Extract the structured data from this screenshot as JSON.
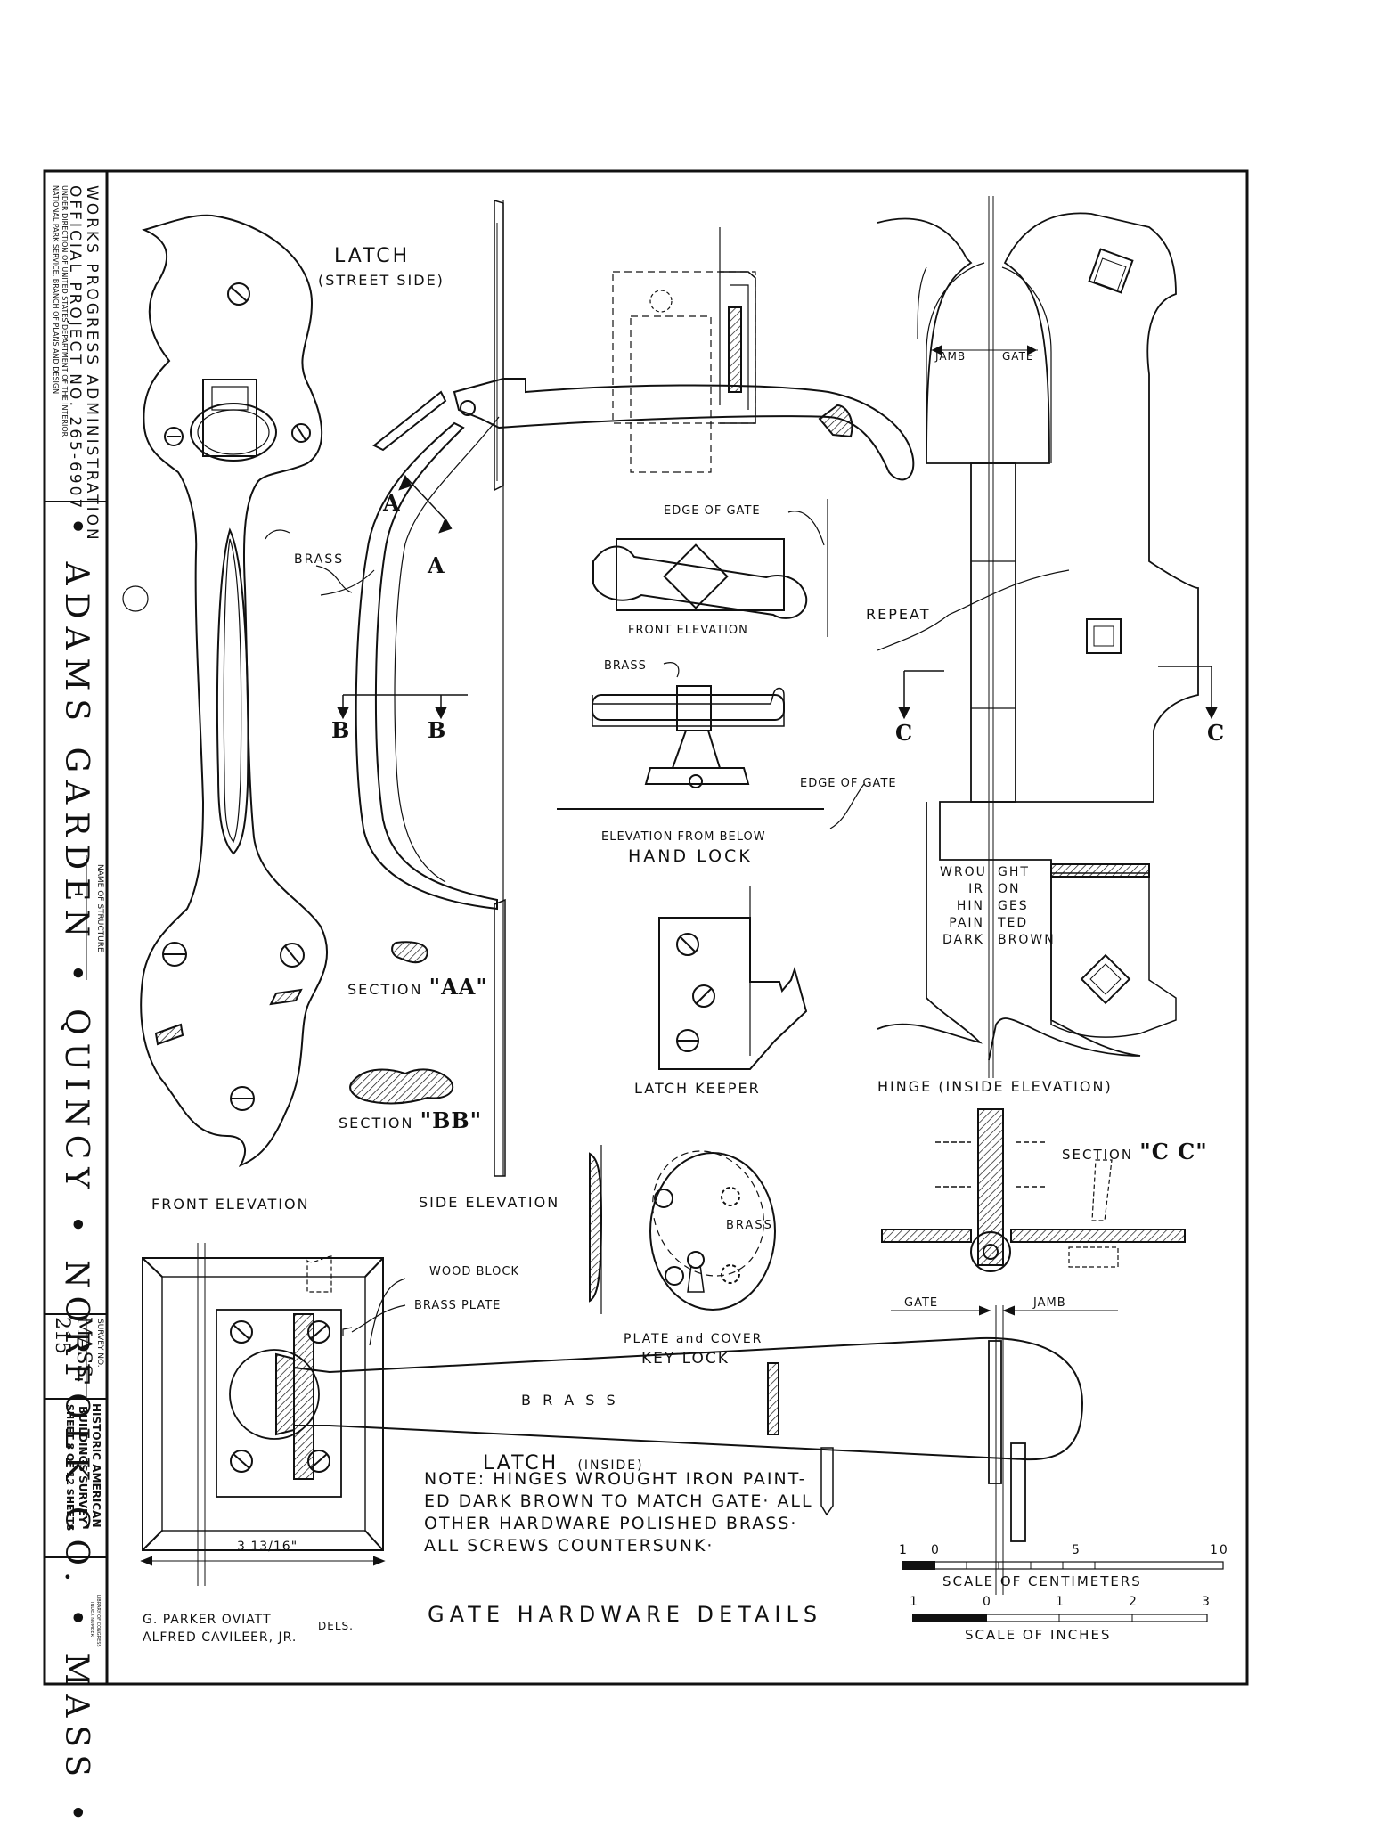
{
  "title_block": {
    "agency_line1": "WORKS PROGRESS ADMINISTRATION",
    "agency_line2": "OFFICIAL PROJECT NO. 265-6907",
    "direction_line1": "UNDER DIRECTION OF UNITED STATES DEPARTMENT OF THE INTERIOR",
    "direction_line2": "NATIONAL PARK SERVICE, BRANCH OF PLANS AND DESIGN",
    "structure_name": "• ADAMS GARDEN • QUINCY • NORFOLK CO. • MASS •",
    "name_of_structure_label": "NAME OF STRUCTURE",
    "survey_no_label": "SURVEY NO.",
    "survey_no_value": "MASS. 215",
    "habs_line1": "HISTORIC AMERICAN",
    "habs_line2": "BUILDINGS SURVEY",
    "sheet_label": "SHEET 8 OF 12 SHEETS",
    "library_line1": "LIBRARY OF CONGRESS",
    "library_line2": "INDEX NUMBER"
  },
  "labels": {
    "latch_street": "LATCH",
    "latch_street_sub": "(STREET SIDE)",
    "brass_left": "BRASS",
    "front_elevation": "FRONT ELEVATION",
    "side_elevation": "SIDE ELEVATION",
    "section_a": "A",
    "section_b": "B",
    "section_aa": "SECTION",
    "section_aa_mark": "\"AA\"",
    "section_bb": "SECTION",
    "section_bb_mark": "\"BB\"",
    "edge_of_gate_1": "EDGE OF GATE",
    "front_elevation_small": "FRONT ELEVATION",
    "brass_hl": "BRASS",
    "edge_of_gate_2": "EDGE OF GATE",
    "elevation_from_below": "ELEVATION FROM BELOW",
    "hand_lock": "HAND LOCK",
    "latch_keeper": "LATCH KEEPER",
    "brass_key": "BRASS",
    "plate_and_cover": "PLATE and COVER",
    "key_lock": "KEY LOCK",
    "jamb": "JAMB",
    "gate": "GATE",
    "repeat": "REPEAT",
    "section_c": "C",
    "hinge_note_left": "WROU\nIR\nHIN\nPAIN\nDARK",
    "hinge_note_right": "GHT\nON\nGES\nTED\nBROWN",
    "hinge_inside_elevation": "HINGE (INSIDE ELEVATION)",
    "section_cc": "SECTION",
    "section_cc_mark": "\"C C\"",
    "gate_bottom": "GATE",
    "jamb_bottom": "JAMB",
    "wood_block": "WOOD BLOCK",
    "brass_plate": "BRASS PLATE",
    "brass_big": "B R A S S",
    "latch_inside": "LATCH",
    "latch_inside_sub": "(INSIDE)",
    "dimension": "3 13/16\"",
    "note_line1": "NOTE: HINGES WROUGHT IRON PAINT-",
    "note_line2": "ED DARK BROWN TO MATCH GATE· ALL",
    "note_line3": "OTHER HARDWARE POLISHED BRASS·",
    "note_line4": "ALL SCREWS COUNTERSUNK·",
    "drawing_title": "GATE HARDWARE DETAILS",
    "delineator1": "G. PARKER OVIATT",
    "delineator2": "ALFRED CAVILEER, JR.",
    "dels": "DELS.",
    "scale_cm_ticks": [
      "1",
      "0",
      "5",
      "10"
    ],
    "scale_cm_label": "SCALE OF CENTIMETERS",
    "scale_in_ticks": [
      "1",
      "0",
      "1",
      "2",
      "3"
    ],
    "scale_in_label": "SCALE OF INCHES"
  }
}
